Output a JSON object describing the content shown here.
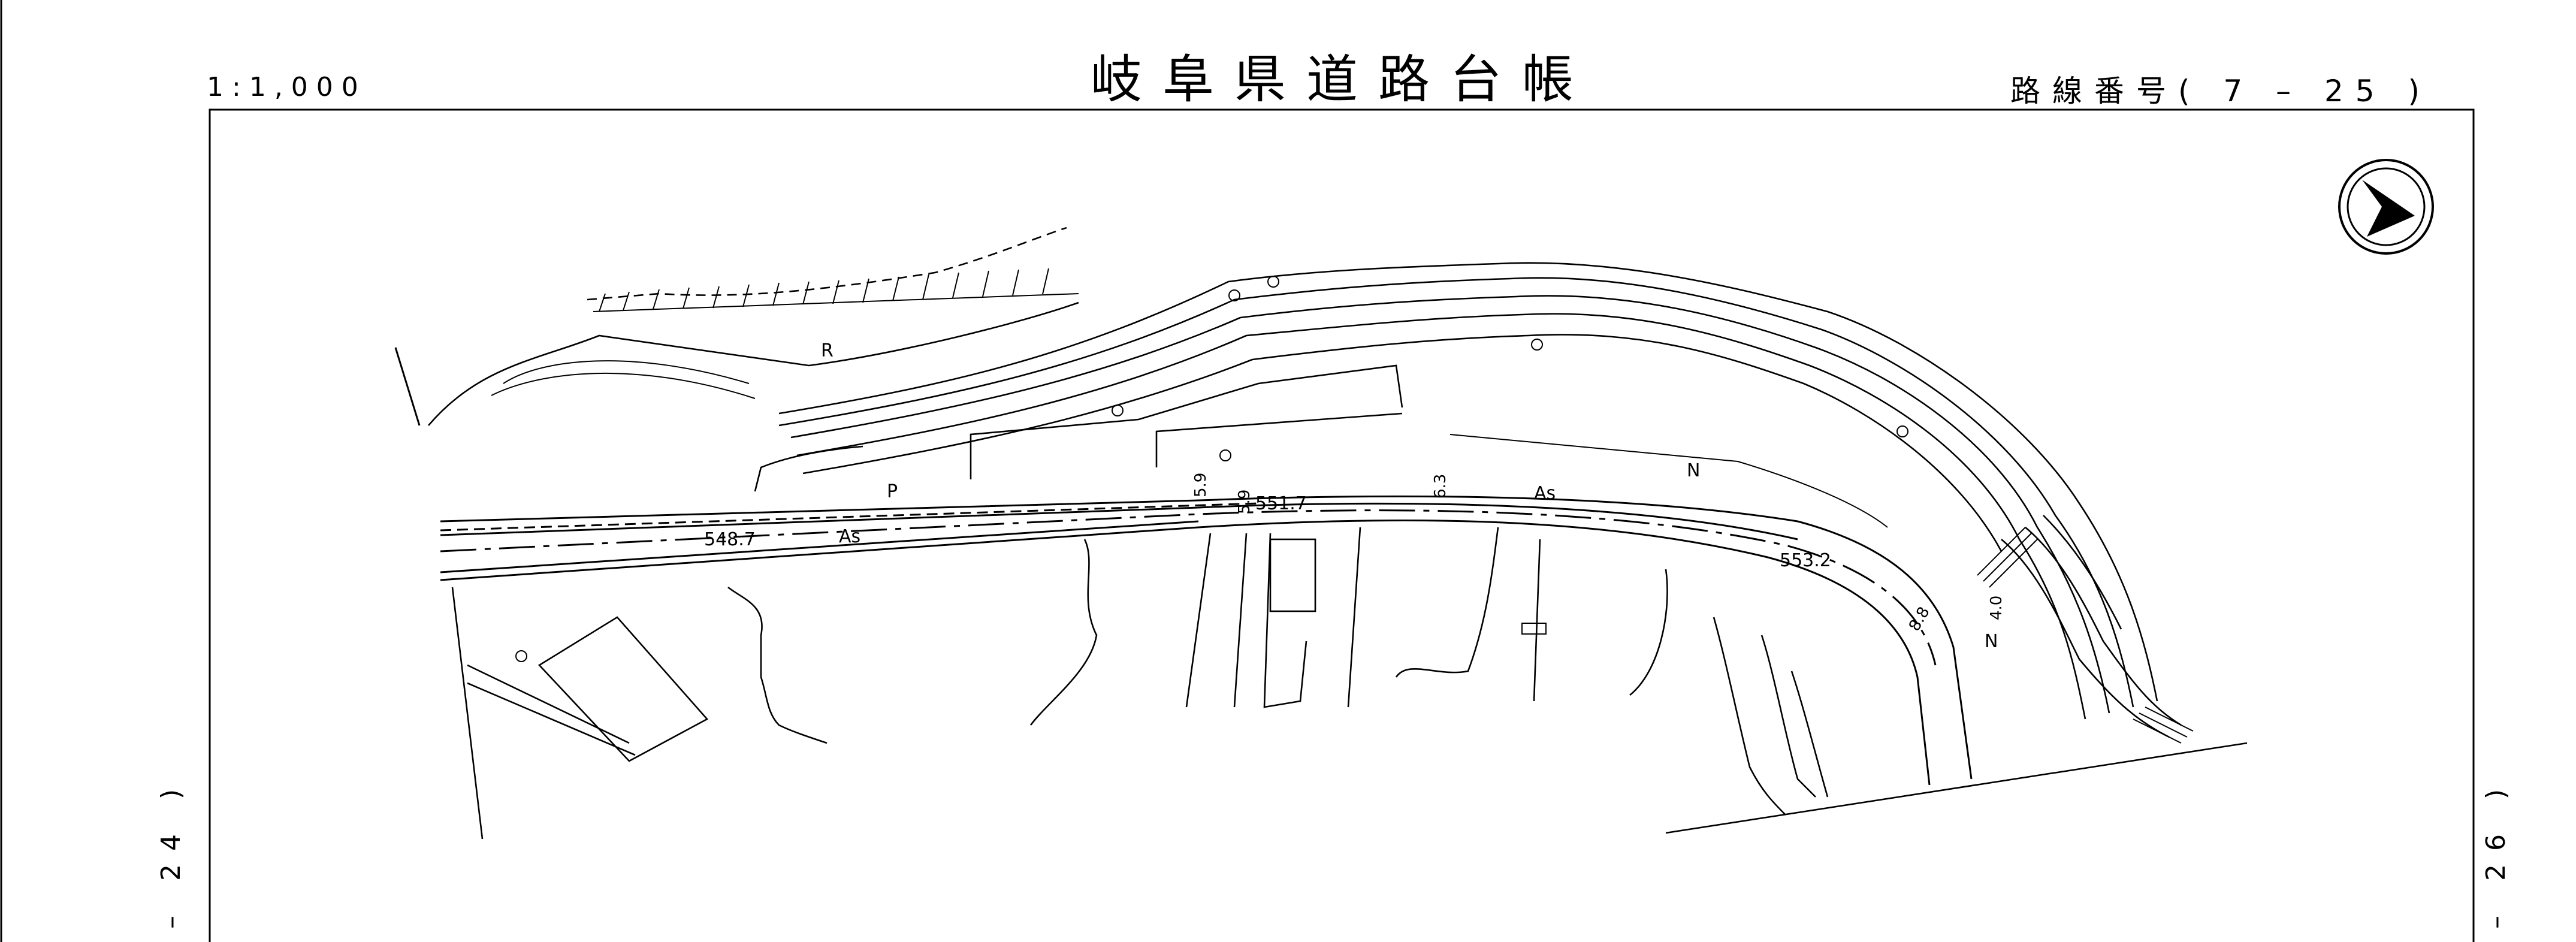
{
  "header": {
    "title": "岐阜県道路台帳",
    "scale": "1:1,000",
    "route_number": "路線番号( 7 – 25 )"
  },
  "margins": {
    "left_sheet": "– 24 )",
    "right_sheet": "– 26 )"
  },
  "map_labels": {
    "elev_1": "548.7",
    "elev_2": "551.7",
    "elev_3": "553.2",
    "surface_1": "As",
    "surface_2": "As",
    "mark_r": "R",
    "mark_p": "P",
    "mark_n1": "N",
    "mark_n2": "N",
    "width_1": "5.9",
    "width_2": "5.9",
    "width_3": "6.3",
    "width_4": "8.8",
    "width_5": "4.0"
  },
  "icons": {
    "north_arrow": "north-arrow-icon"
  }
}
